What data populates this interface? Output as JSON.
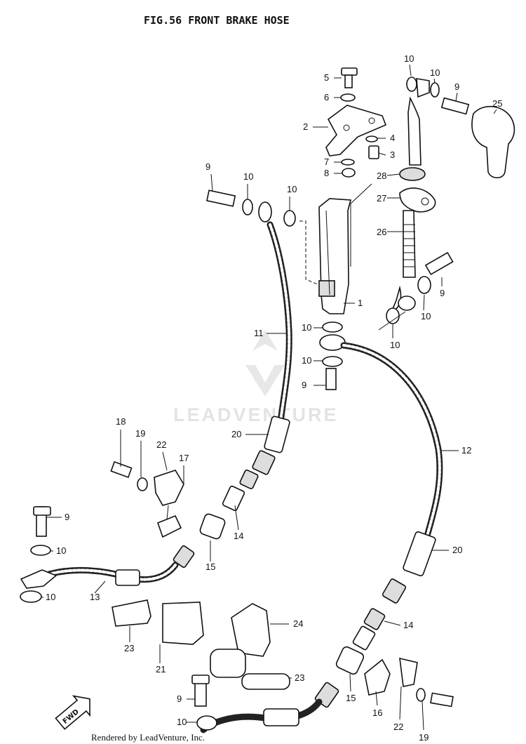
{
  "title": "FIG.56  FRONT BRAKE HOSE",
  "watermark": "LEADVENTURE",
  "footer": "Rendered by LeadVenture, Inc.",
  "fwd_label": "FWD",
  "callouts": [
    "1",
    "2",
    "3",
    "4",
    "5",
    "6",
    "7",
    "8",
    "9",
    "10",
    "11",
    "12",
    "13",
    "14",
    "15",
    "16",
    "17",
    "18",
    "19",
    "20",
    "21",
    "22",
    "23",
    "24",
    "25",
    "26",
    "27",
    "28"
  ]
}
